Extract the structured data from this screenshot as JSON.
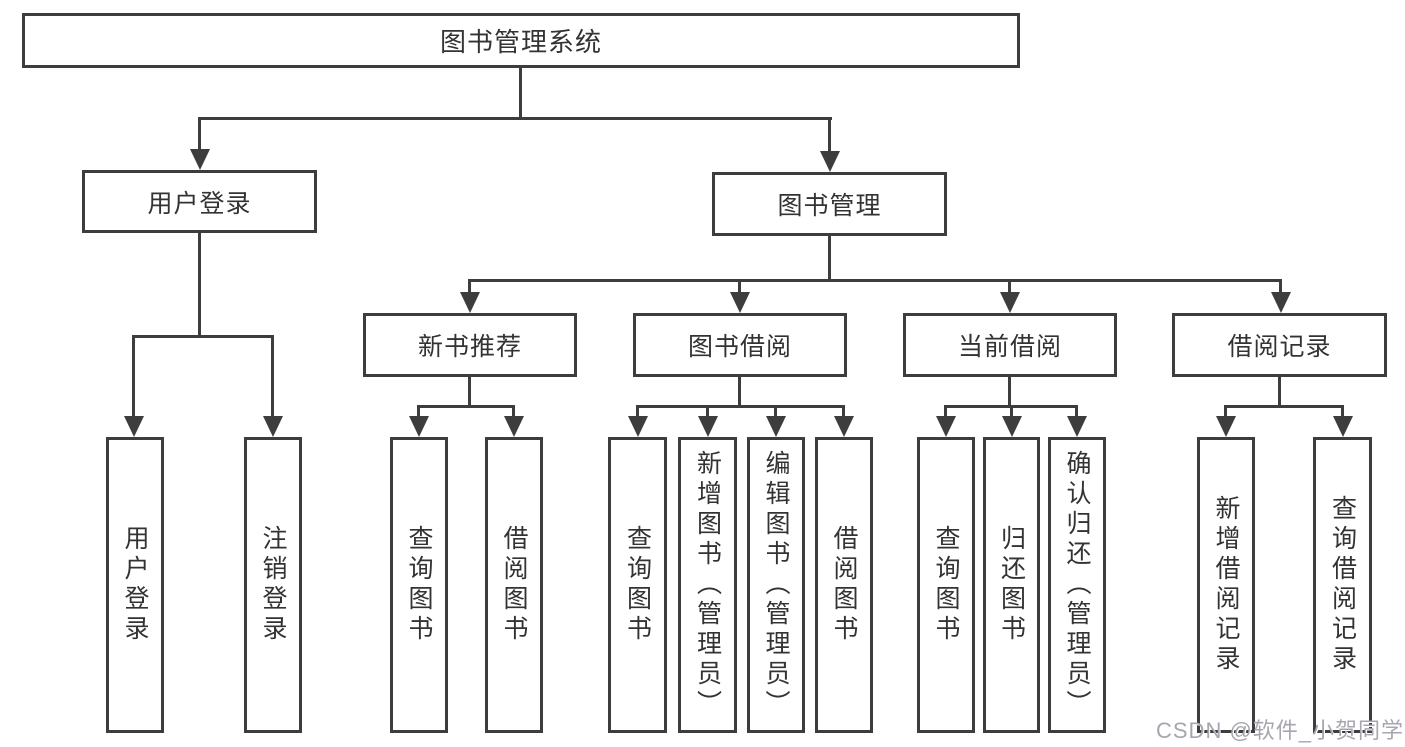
{
  "diagram": {
    "root": {
      "label": "图书管理系统"
    },
    "level2": [
      {
        "id": "user-login",
        "label": "用户登录",
        "children": [
          {
            "label": "用户登录"
          },
          {
            "label": "注销登录"
          }
        ]
      },
      {
        "id": "book-management",
        "label": "图书管理",
        "children": [
          {
            "label": "新书推荐",
            "children": [
              {
                "label": "查询图书"
              },
              {
                "label": "借阅图书"
              }
            ]
          },
          {
            "label": "图书借阅",
            "children": [
              {
                "label": "查询图书"
              },
              {
                "label": "新增图书（管理员）"
              },
              {
                "label": "编辑图书（管理员）"
              },
              {
                "label": "借阅图书"
              }
            ]
          },
          {
            "label": "当前借阅",
            "children": [
              {
                "label": "查询图书"
              },
              {
                "label": "归还图书"
              },
              {
                "label": "确认归还（管理员）"
              }
            ]
          },
          {
            "label": "借阅记录",
            "children": [
              {
                "label": "新增借阅记录"
              },
              {
                "label": "查询借阅记录"
              }
            ]
          }
        ]
      }
    ],
    "watermark": {
      "text": "CSDN @软件_小贺同学"
    },
    "colors": {
      "line": "#3d3d3d",
      "text": "#333333",
      "box_bg": "#ffffff",
      "page_bg": "#ffffff",
      "watermark": "#a6a6b0"
    }
  }
}
